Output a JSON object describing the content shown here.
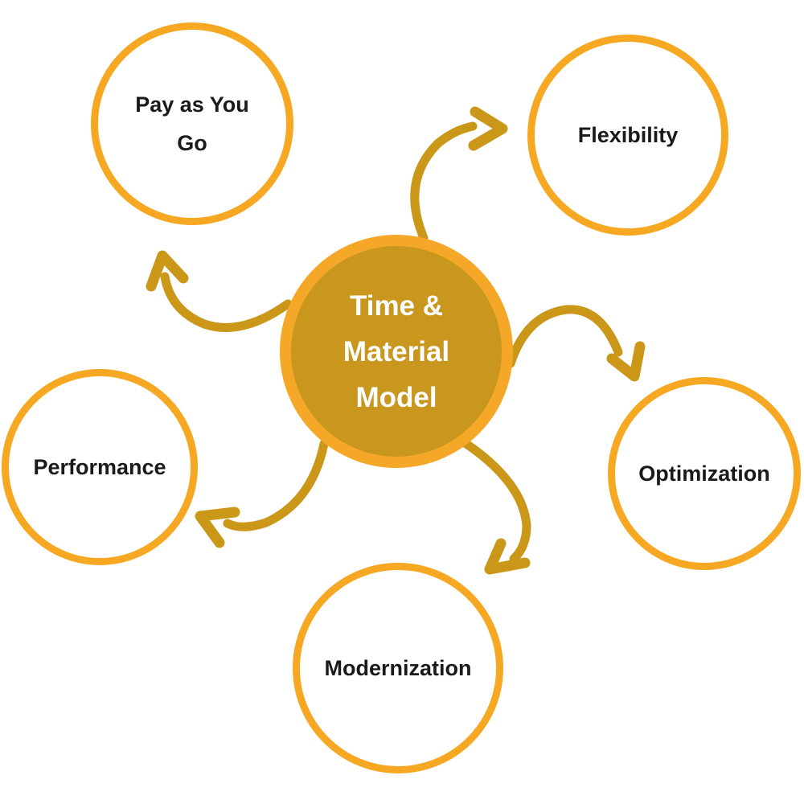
{
  "diagram": {
    "title": "Time & Material Model",
    "center": {
      "label": "Time & Material Model",
      "lines": [
        "Time &",
        "Material",
        "Model"
      ]
    },
    "nodes": [
      {
        "id": "pay-as-you-go",
        "label": "Pay as You Go"
      },
      {
        "id": "flexibility",
        "label": "Flexibility"
      },
      {
        "id": "optimization",
        "label": "Optimization"
      },
      {
        "id": "modernization",
        "label": "Modernization"
      },
      {
        "id": "performance",
        "label": "Performance"
      }
    ],
    "arrows": [
      {
        "from": "center",
        "to": "pay-as-you-go"
      },
      {
        "from": "center",
        "to": "flexibility"
      },
      {
        "from": "center",
        "to": "optimization"
      },
      {
        "from": "center",
        "to": "modernization"
      },
      {
        "from": "center",
        "to": "performance"
      }
    ]
  },
  "colors": {
    "accent": "#F7A823",
    "arrow": "#CA9719",
    "center_fill": "#C9961E",
    "center_ring": "#F5A828",
    "node_fill": "#FFFFFF",
    "label_text": "#1A1A1A",
    "center_text": "#FFFFFF",
    "background": "#FFFFFF"
  }
}
